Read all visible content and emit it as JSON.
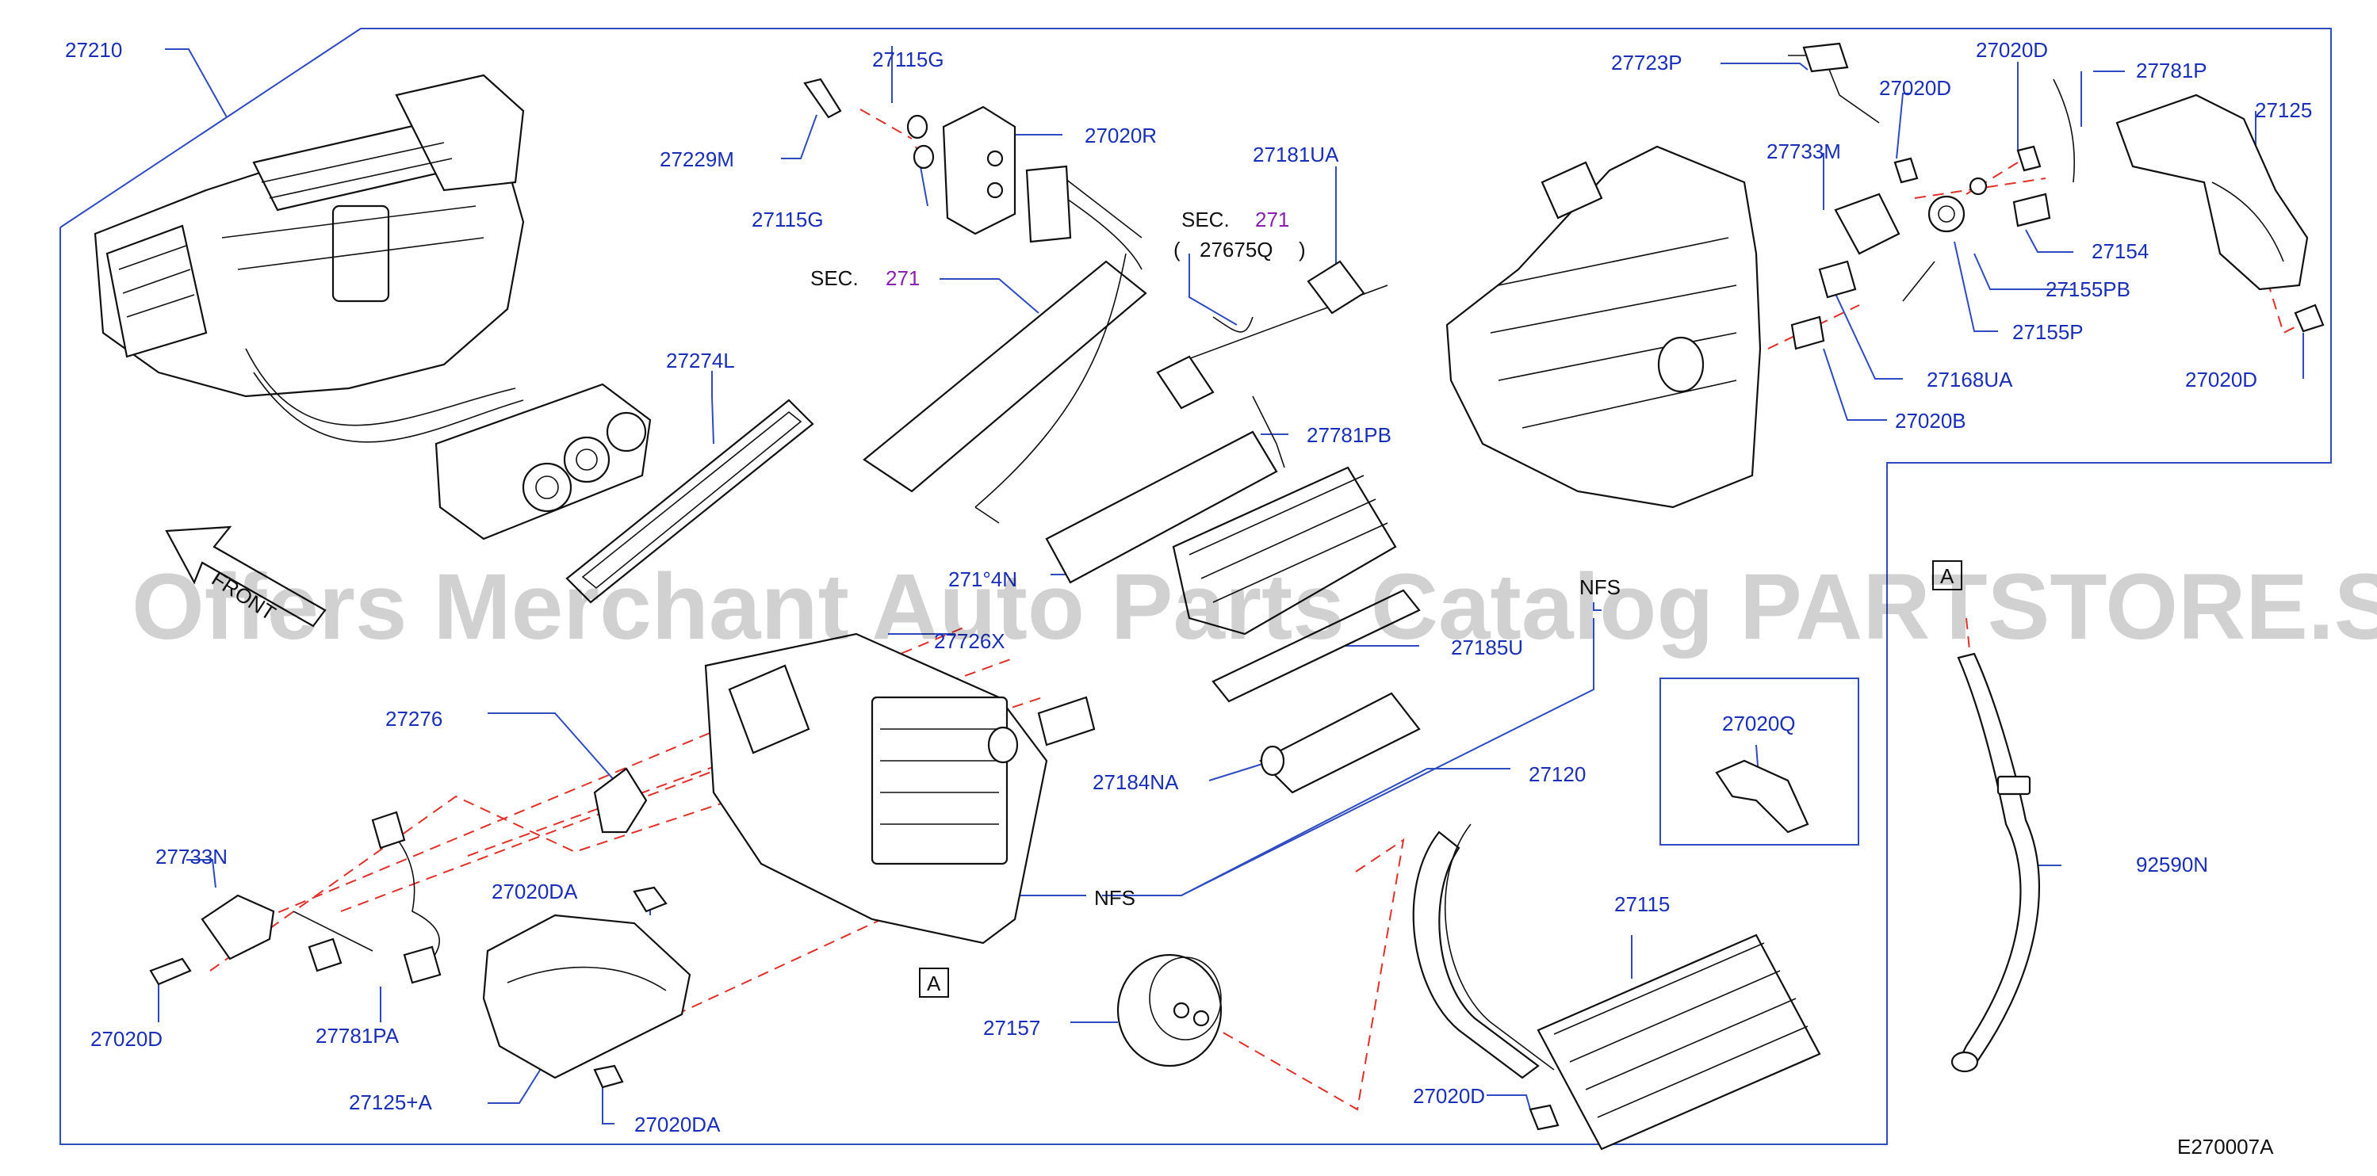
{
  "labels": {
    "p27210": "27210",
    "p27115G_a": "27115G",
    "p27229M": "27229M",
    "p27020R": "27020R",
    "p27115G_b": "27115G",
    "p27181UA": "27181UA",
    "sec_top": "SEC.",
    "sec_top_num": "271",
    "p27675Q": "27675Q",
    "paren_open": "(",
    "paren_close": ")",
    "sec_mid": "SEC.",
    "sec_mid_num": "271",
    "p27274L": "27274L",
    "p27781PB": "27781PB",
    "p27184N": "271°4N",
    "p27726X": "27726X",
    "p27185U": "27185U",
    "p27276": "27276",
    "p27184NA": "27184NA",
    "p27120": "27120",
    "p27733N": "27733N",
    "p27020DA_a": "27020DA",
    "nfs_bottom": "NFS",
    "tag_A_bottom": "A",
    "p27020D_left": "27020D",
    "p27781PA": "27781PA",
    "p27125A": "27125+A",
    "p27020DA_b": "27020DA",
    "p27157": "27157",
    "p27115": "27115",
    "p27020D_bottom": "27020D",
    "p27723P": "27723P",
    "p27020D_top1": "27020D",
    "p27020D_top2": "27020D",
    "p27781P": "27781P",
    "p27125": "27125",
    "p27733M": "27733M",
    "p27154": "27154",
    "p27155PB": "27155PB",
    "p27155P": "27155P",
    "p27168UA": "27168UA",
    "p27020D_right": "27020D",
    "p27020B": "27020B",
    "nfs_mid": "NFS",
    "p27020Q": "27020Q",
    "tag_A_right": "A",
    "p92590N": "92590N",
    "front": "FRONT",
    "diagram_id": "E270007A"
  },
  "watermark": "Offers Merchant Auto Parts Catalog PARTSTORE.SA",
  "colors": {
    "label_blue": "#1a2fb8",
    "frame_blue": "#2e4bbf",
    "dashed_red": "#e0302a",
    "section_purple": "#8a1fb0",
    "line_black": "#111111"
  }
}
